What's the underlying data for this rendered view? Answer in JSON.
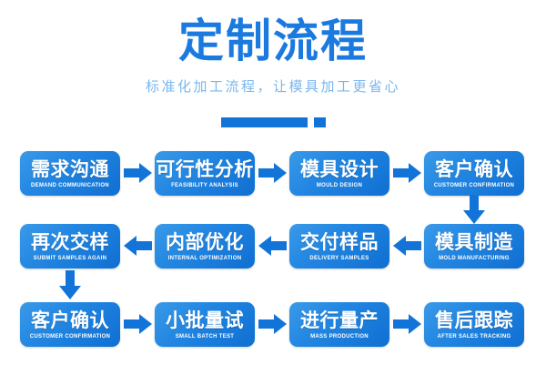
{
  "header": {
    "title": "定制流程",
    "subtitle": "标准化加工流程，让模具加工更省心",
    "accent_color": "#1274d8",
    "title_color": "#1b7ae0",
    "subtitle_color": "#79b7ee"
  },
  "flow": {
    "rows": [
      {
        "direction": "left-to-right",
        "nodes": [
          {
            "cn": "需求沟通",
            "en": "DEMAND COMMUNICATION"
          },
          {
            "cn": "可行性分析",
            "en": "FEASIBILITY ANALYSIS"
          },
          {
            "cn": "模具设计",
            "en": "MOULD DESIGN"
          },
          {
            "cn": "客户确认",
            "en": "CUSTOMER CONFIRMATION"
          }
        ]
      },
      {
        "direction": "right-to-left",
        "nodes": [
          {
            "cn": "再次交样",
            "en": "SUBMIT SAMPLES AGAIN"
          },
          {
            "cn": "内部优化",
            "en": "INTERNAL OPTIMIZATION"
          },
          {
            "cn": "交付样品",
            "en": "DELIVERY SAMPLES"
          },
          {
            "cn": "模具制造",
            "en": "MOLD MANUFACTURING"
          }
        ]
      },
      {
        "direction": "left-to-right",
        "nodes": [
          {
            "cn": "客户确认",
            "en": "CUSTOMER CONFIRMATION"
          },
          {
            "cn": "小批量试",
            "en": "SMALL BATCH TEST"
          },
          {
            "cn": "进行量产",
            "en": "MASS PRODUCTION"
          },
          {
            "cn": "售后跟踪",
            "en": "AFTER SALES TRACKING"
          }
        ]
      }
    ]
  }
}
